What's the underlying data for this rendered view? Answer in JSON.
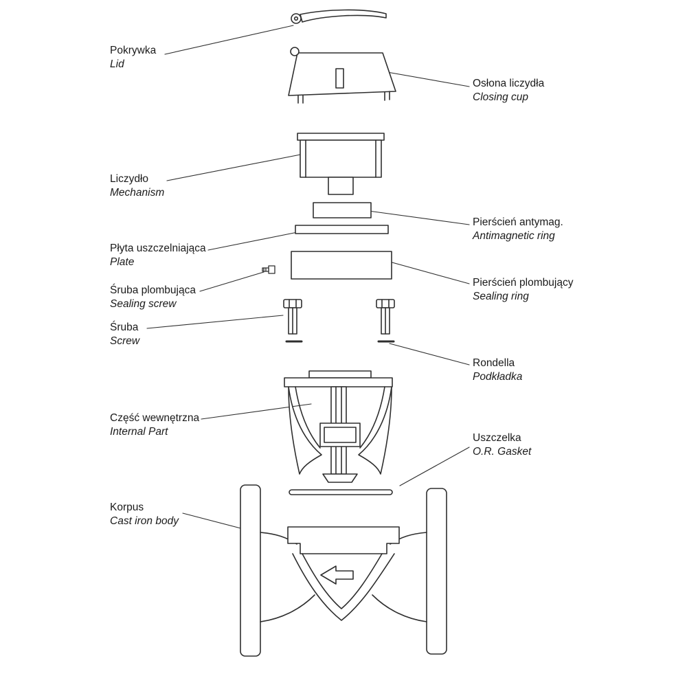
{
  "diagram": {
    "type": "exploded-view",
    "subject": "water meter parts diagram",
    "colors": {
      "line": "#2e2e2e",
      "text": "#1a1a1a",
      "background": "#ffffff"
    },
    "parts": {
      "lid": {
        "pl": "Pokrywka",
        "en": "Lid"
      },
      "closing_cup": {
        "pl": "Osłona liczydła",
        "en": "Closing cup"
      },
      "mechanism": {
        "pl": "Liczydło",
        "en": "Mechanism"
      },
      "antimagnetic_ring": {
        "pl": "Pierścień antymag.",
        "en": "Antimagnetic ring"
      },
      "plate": {
        "pl": "Płyta uszczelniająca",
        "en": "Plate"
      },
      "sealing_ring": {
        "pl": "Pierścień plombujący",
        "en": "Sealing ring"
      },
      "sealing_screw": {
        "pl": "Śruba plombująca",
        "en": "Sealing screw"
      },
      "screw": {
        "pl": "Śruba",
        "en": "Screw"
      },
      "washer": {
        "pl": "Rondella",
        "en": "Podkładka"
      },
      "internal_part": {
        "pl": "Część wewnętrzna",
        "en": "Internal Part"
      },
      "gasket": {
        "pl": "Uszczelka",
        "en": "O.R. Gasket"
      },
      "body": {
        "pl": "Korpus",
        "en": "Cast iron body"
      }
    }
  }
}
